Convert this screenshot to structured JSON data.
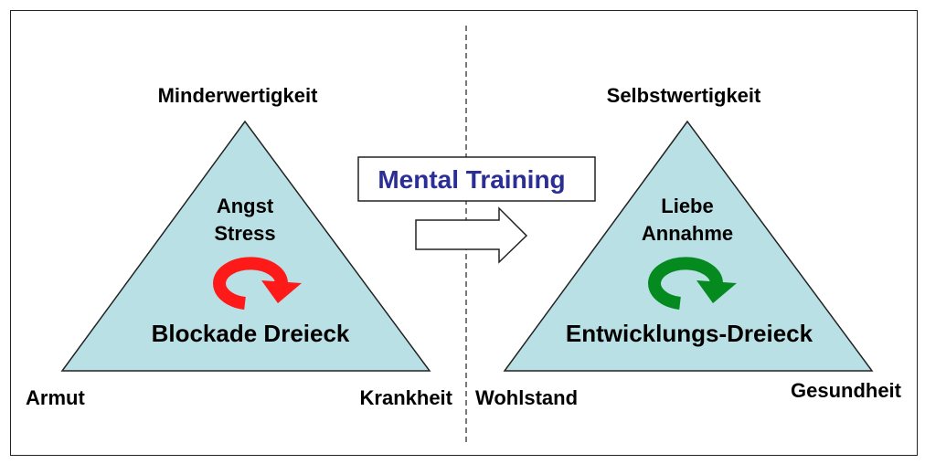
{
  "colors": {
    "triangle_fill": "#b9e0e4",
    "triangle_stroke": "#222222",
    "blockade_arrow": "#ff1a1a",
    "development_arrow": "#058a1f",
    "mental_training_text": "#2b2e94"
  },
  "left_triangle": {
    "top_label": "Minderwertigkeit",
    "bottom_left_label": "Armut",
    "bottom_right_label": "Krankheit",
    "inner_line1": "Angst",
    "inner_line2": "Stress",
    "title": "Blockade Dreieck",
    "cycle_icon": "circular-arrow-icon"
  },
  "center": {
    "label": "Mental Training",
    "arrow_icon": "right-arrow-icon"
  },
  "right_triangle": {
    "top_label": "Selbstwertigkeit",
    "bottom_left_label": "Wohlstand",
    "bottom_right_label": "Gesundheit",
    "inner_line1": "Liebe",
    "inner_line2": "Annahme",
    "title": "Entwicklungs-Dreieck",
    "cycle_icon": "circular-arrow-icon"
  }
}
